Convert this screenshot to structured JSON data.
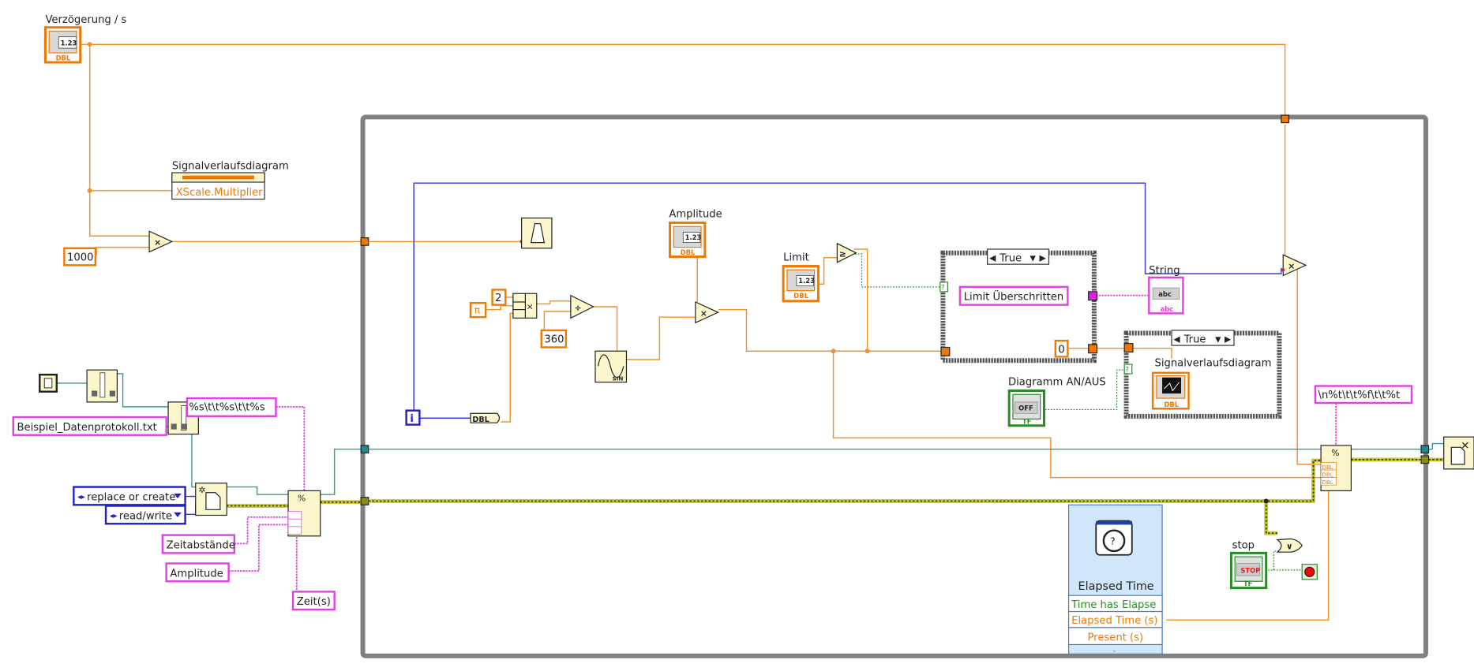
{
  "diagram": {
    "controls": {
      "delay": {
        "label": "Verzögerung / s",
        "display": "1.23",
        "type": "DBL"
      },
      "amplitude": {
        "label": "Amplitude",
        "display": "1.23",
        "type": "DBL"
      },
      "limit": {
        "label": "Limit",
        "display": "1.23",
        "type": "DBL"
      },
      "chart_toggle": {
        "label": "Diagramm AN/AUS",
        "display": "OFF",
        "type": "TF"
      },
      "stop": {
        "label": "stop",
        "display": "STOP",
        "type": "TF"
      }
    },
    "indicators": {
      "string": {
        "label": "String",
        "display": "abc",
        "type": "abc"
      },
      "waveform_chart": {
        "label": "Signalverlaufsdiagram",
        "type": "DBL"
      }
    },
    "property_node": {
      "label": "Signalverlaufsdiagram",
      "property": "XScale.Multiplier"
    },
    "constants": {
      "ms_factor": "1000",
      "two": "2",
      "pi": "π",
      "degrees": "360",
      "zero": "0",
      "filename": "Beispiel_Datenprotokoll.txt",
      "header_format": "%s\\t\\t%s\\t\\t%s",
      "col1": "Zeit(s)",
      "col2": "Zeitabstände",
      "col3": "Amplitude",
      "limit_msg": "Limit Überschritten",
      "row_format": "\\n%t\\t\\t%f\\t\\t%t",
      "operation": "replace or create",
      "access": "read/write"
    },
    "case_structures": [
      {
        "selector": "True"
      },
      {
        "selector": "True"
      }
    ],
    "loop": {
      "iteration_terminal": "i",
      "conversion": "DBL"
    },
    "elapsed_time": {
      "title": "Elapsed Time",
      "outputs": [
        "Time has Elapse",
        "Elapsed Time (s)",
        "Present (s)"
      ]
    },
    "functions": {
      "multiply": "×",
      "divide": "÷",
      "greater_equal": "≥",
      "or": "∨",
      "sine": "SIN",
      "format": "%",
      "dbl_tag": "DBL",
      "abc_tag": "abc"
    },
    "colors": {
      "numeric": "#f0922a",
      "string": "#e040e0",
      "boolean": "#2a8a2a",
      "integer": "#3a3ad6",
      "refnum": "#3a9a9a",
      "error": "#c8c820",
      "loop_frame": "#808080"
    }
  }
}
